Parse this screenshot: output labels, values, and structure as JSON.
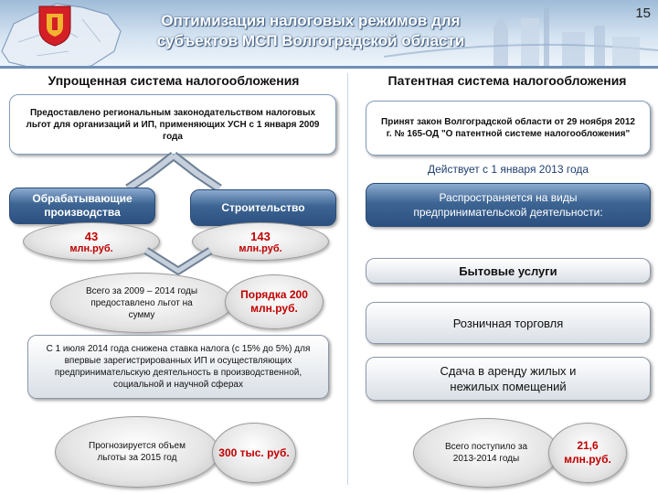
{
  "header": {
    "title_line1": "Оптимизация налоговых режимов для",
    "title_line2": "субъектов МСП Волгоградской области",
    "page_number": "15"
  },
  "left": {
    "title": "Упрощенная система налогообложения",
    "law_text": "Предоставлено региональным законодательством налоговых льгот для организаций и ИП, применяющих УСН с 1 января  2009 года",
    "sector1_label": "Обрабатывающие производства",
    "sector1_value": "43",
    "sector1_unit": "млн.руб.",
    "sector2_label": "Строительство",
    "sector2_value": "143",
    "sector2_unit": "млн.руб.",
    "total_text": "Всего за 2009 – 2014 годы предоставлено льгот на сумму",
    "total_value": "Порядка 200 млн.руб.",
    "rate_text": "С 1 июля 2014 года снижена ставка налога (с 15% до 5%) для впервые зарегистрированных ИП и осуществляющих предпринимательскую деятельность в производственной, социальной и научной сферах",
    "forecast_text": "Прогнозируется объем льготы за 2015 год",
    "forecast_value": "300 тыс. руб."
  },
  "right": {
    "title": "Патентная система налогообложения",
    "law_text": "Принят закон Волгоградской области  от 29 ноября 2012 г. № 165-ОД \"О патентной системе налогообложения\"",
    "effective": "Действует с 1 января 2013 года",
    "scope_text": "Распространяется на виды предпринимательской деятельности:",
    "activity1": "Бытовые услуги",
    "activity2": "Розничная торговля",
    "activity3": "Сдача в аренду жилых и нежилых помещений",
    "received_text": "Всего поступило за 2013-2014 годы",
    "received_value": "21,6 млн.руб."
  },
  "colors": {
    "header_blue": "#6e8fb6",
    "box_dark": "#3d6593",
    "accent_red": "#c00000",
    "effective_text": "#1f3f6e"
  }
}
